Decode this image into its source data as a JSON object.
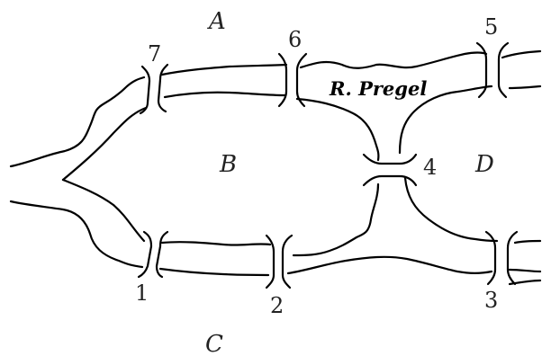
{
  "diagram": {
    "regions": {
      "A": "A",
      "B": "B",
      "C": "C",
      "D": "D"
    },
    "bridges": {
      "b1": "1",
      "b2": "2",
      "b3": "3",
      "b4": "4",
      "b5": "5",
      "b6": "6",
      "b7": "7"
    },
    "river_name": "R. Pregel",
    "stroke_color": "#000000"
  }
}
